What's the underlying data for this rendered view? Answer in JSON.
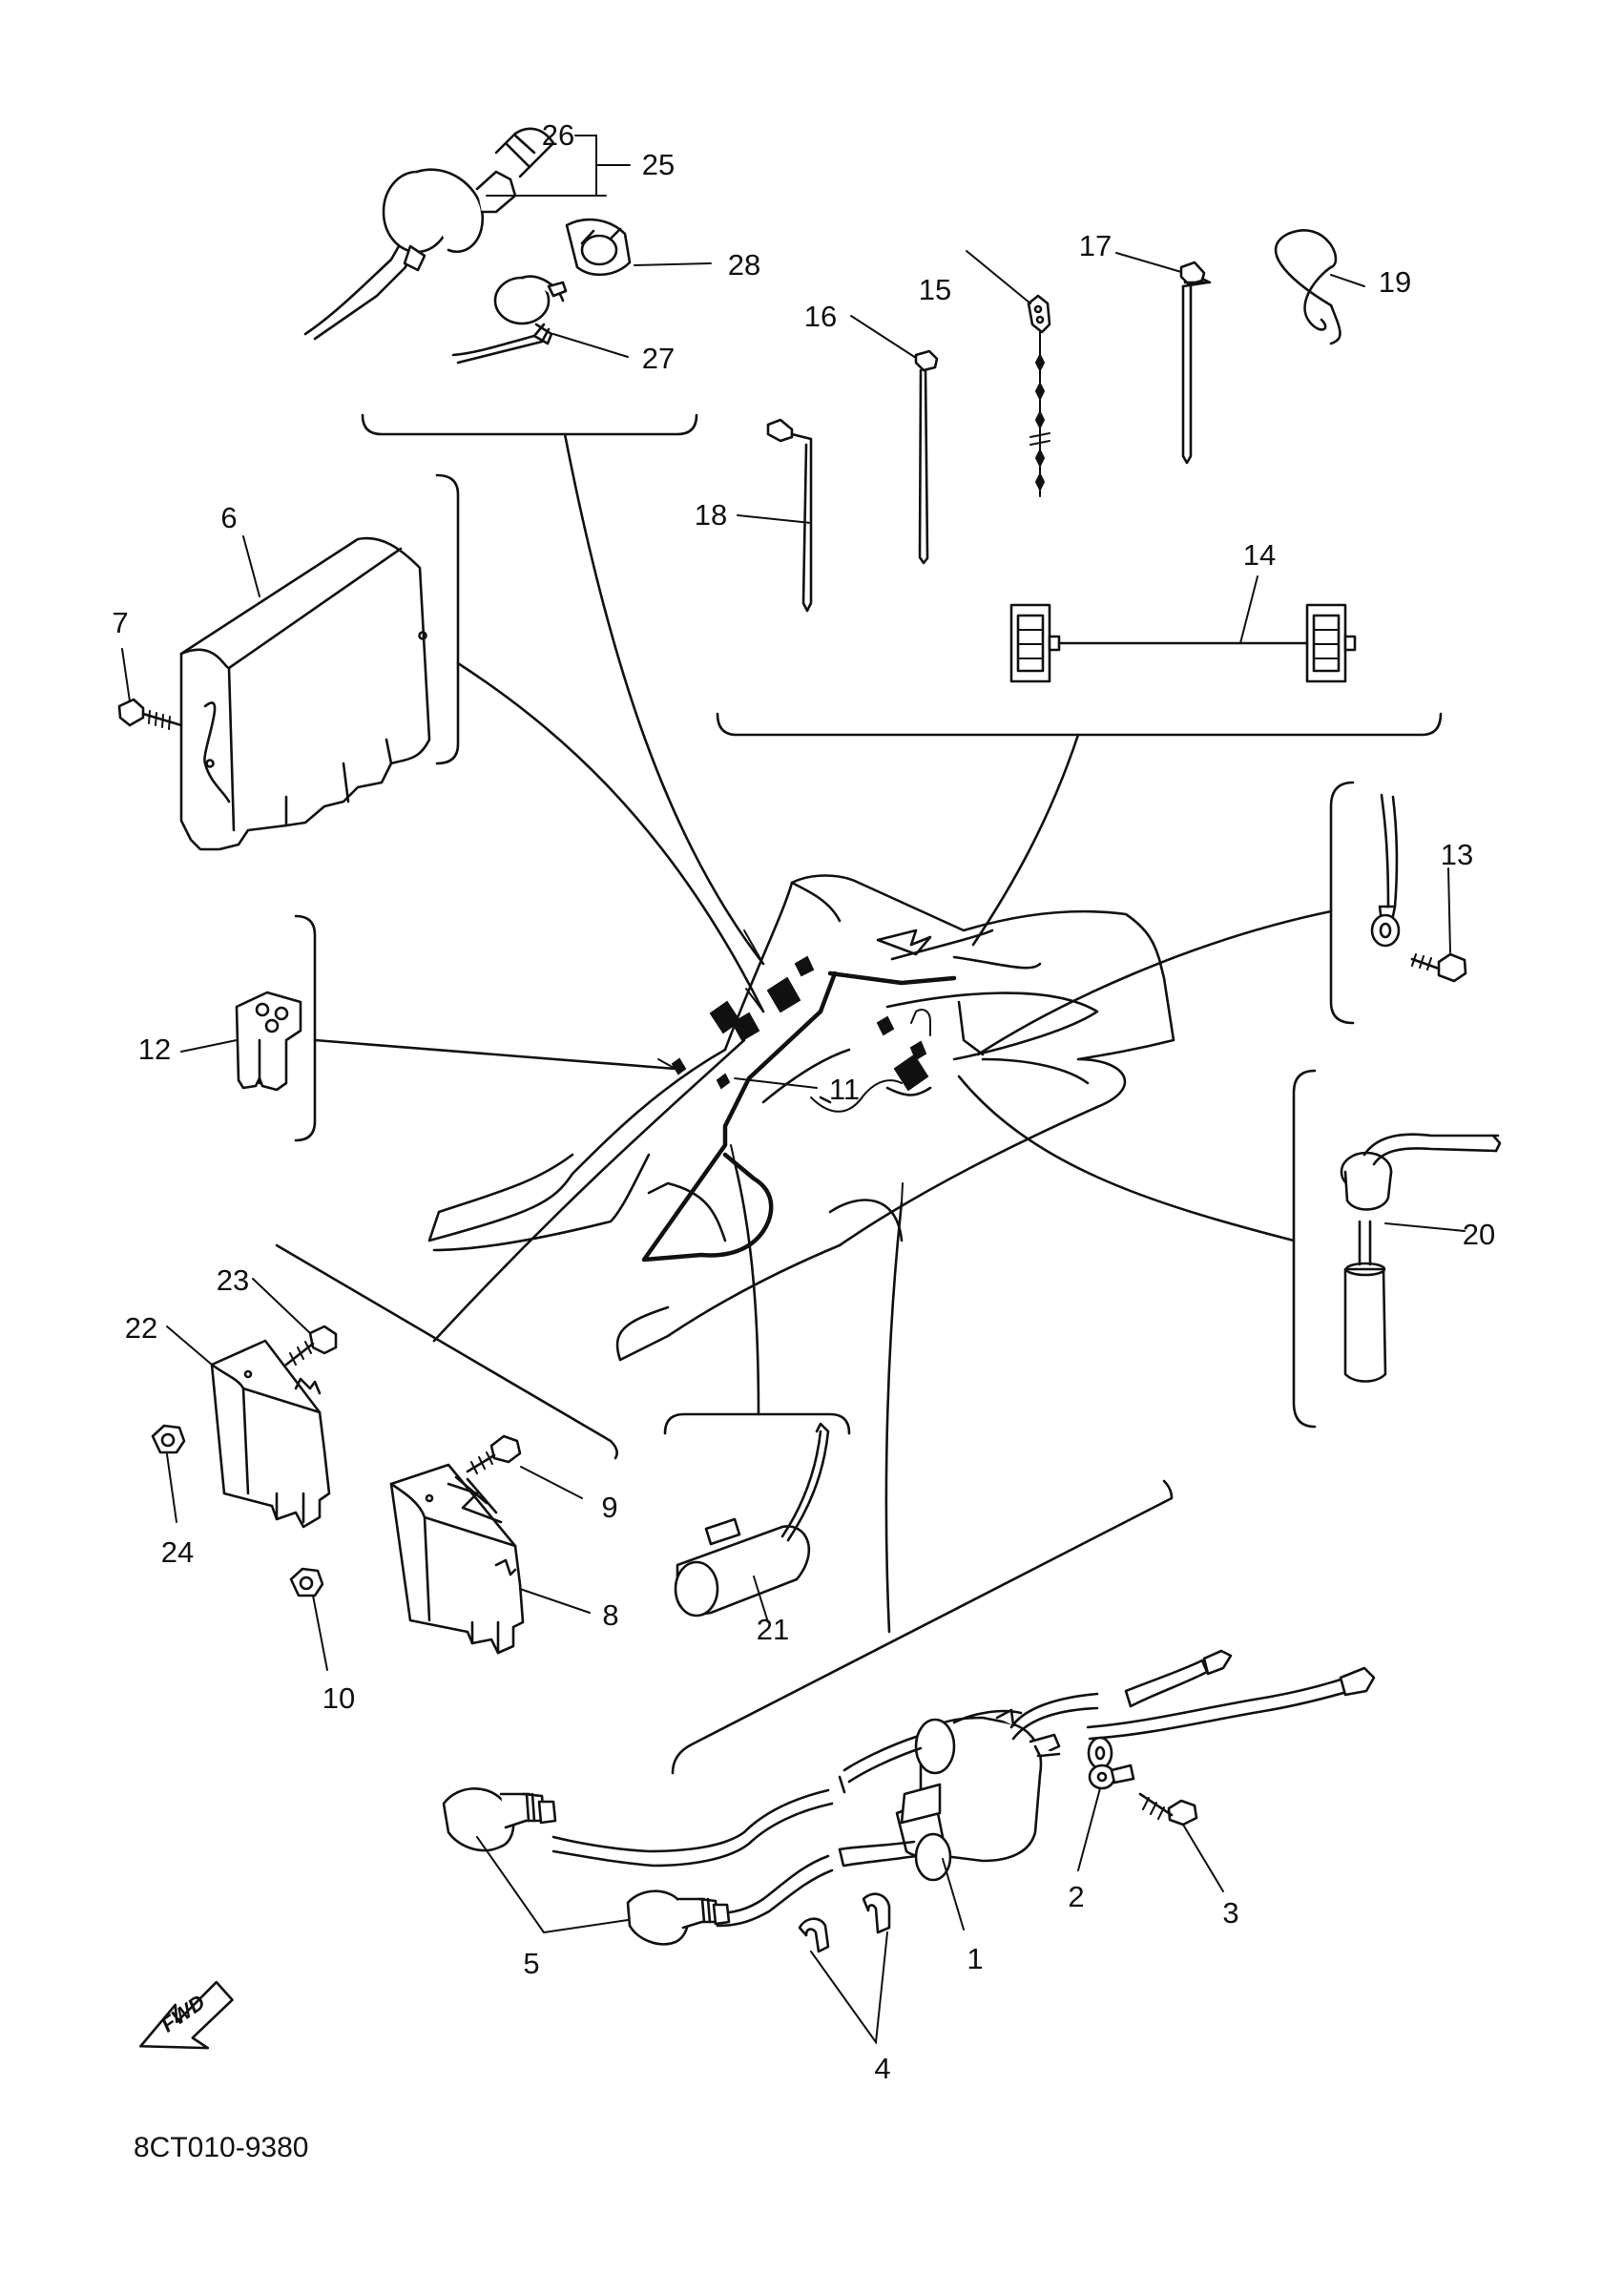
{
  "diagram_code": "8CT010-9380",
  "fwd_label": "FWD",
  "callouts": {
    "c1": "1",
    "c2": "2",
    "c3": "3",
    "c4": "4",
    "c5": "5",
    "c6": "6",
    "c7": "7",
    "c8": "8",
    "c9": "9",
    "c10": "10",
    "c11": "11",
    "c12": "12",
    "c13": "13",
    "c14": "14",
    "c15": "15",
    "c16": "16",
    "c17": "17",
    "c18": "18",
    "c19": "19",
    "c20": "20",
    "c21": "21",
    "c22": "22",
    "c23": "23",
    "c24": "24",
    "c25": "25",
    "c26": "26",
    "c27": "27",
    "c28": "28"
  }
}
